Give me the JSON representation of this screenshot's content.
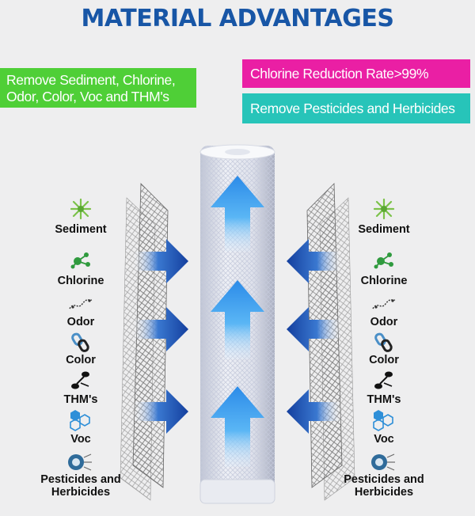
{
  "title": "MATERIAL ADVANTAGES",
  "badges": {
    "green_line1": "Remove Sediment, Chlorine,",
    "green_line2": "Odor, Color, Voc and THM's",
    "pink": "Chlorine Reduction Rate>99%",
    "teal": "Remove Pesticides and Herbicides"
  },
  "contaminants": {
    "sediment": "Sediment",
    "chlorine": "Chlorine",
    "odor": "Odor",
    "color": "Color",
    "thms": "THM's",
    "voc": "Voc",
    "pesticides_line1": "Pesticides and",
    "pesticides_line2": "Herbicides"
  },
  "colors": {
    "title": "#1856a6",
    "green": "#4fcf37",
    "pink": "#ea1fa4",
    "teal": "#27c4b9",
    "arrow_blue": "#1e50b4",
    "flow_blue": "#3aa0f0"
  }
}
